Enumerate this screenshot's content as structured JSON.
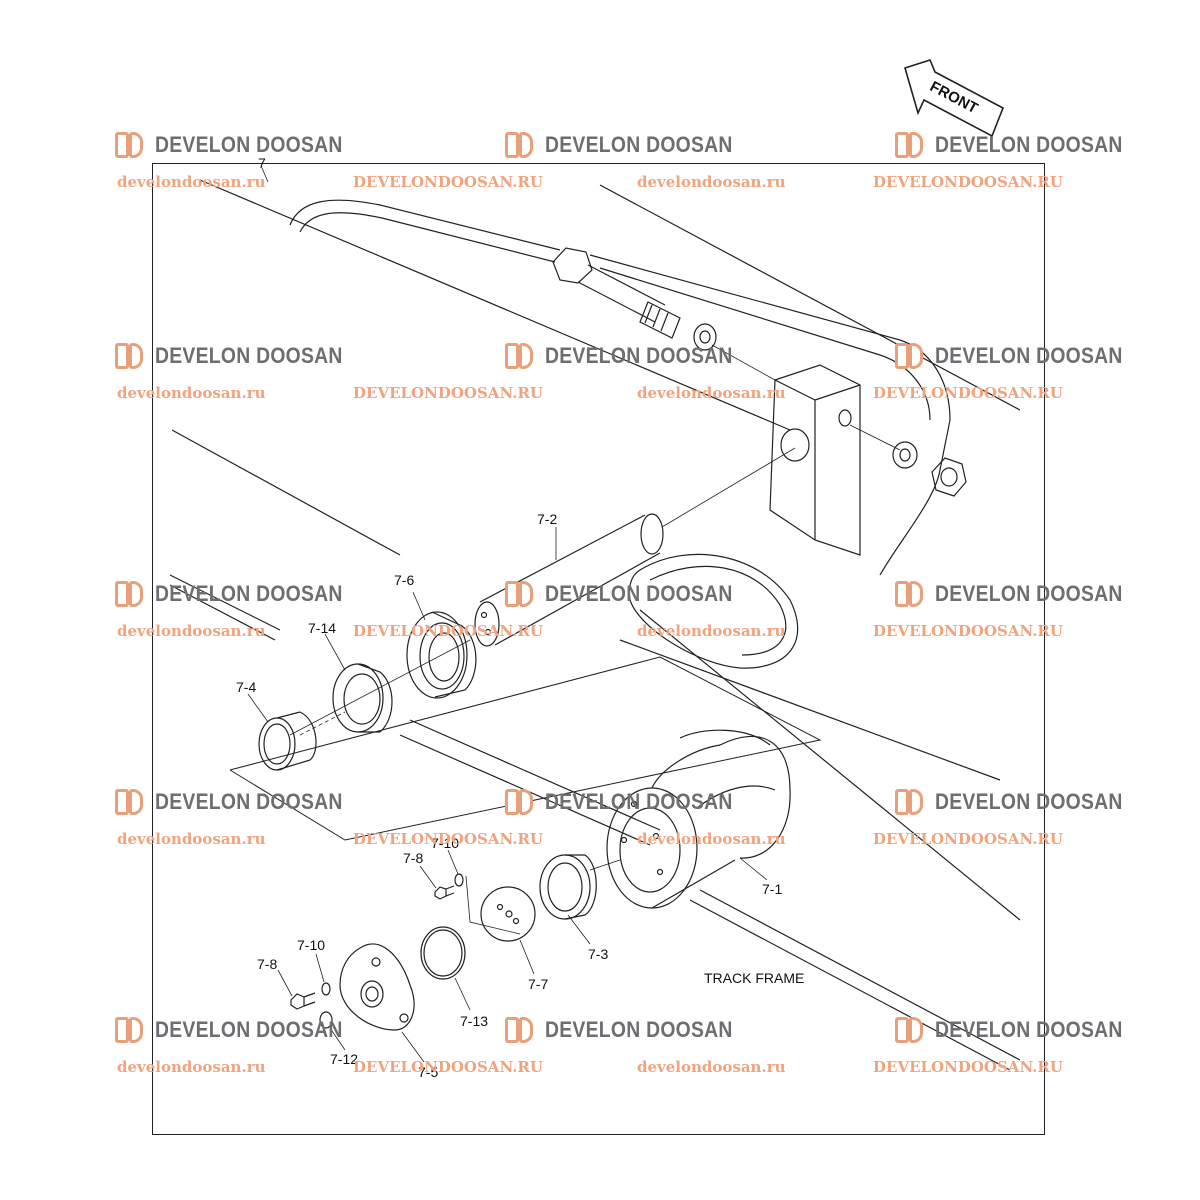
{
  "front_label": "FRONT",
  "track_frame_label": "TRACK FRAME",
  "callouts": {
    "c7": "7",
    "c7_1": "7-1",
    "c7_2": "7-2",
    "c7_3": "7-3",
    "c7_4": "7-4",
    "c7_5": "7-5",
    "c7_6": "7-6",
    "c7_7": "7-7",
    "c7_8a": "7-8",
    "c7_8b": "7-8",
    "c7_10a": "7-10",
    "c7_10b": "7-10",
    "c7_12": "7-12",
    "c7_13": "7-13",
    "c7_14": "7-14"
  },
  "watermark": {
    "brand": "DEVELON DOOSAN",
    "url_lower": "develondoosan.ru",
    "url_upper": "DEVELONDOOSAN.RU"
  },
  "colors": {
    "line": "#222222",
    "watermark_text": "#6d6e71",
    "watermark_accent": "#f0a47e"
  }
}
